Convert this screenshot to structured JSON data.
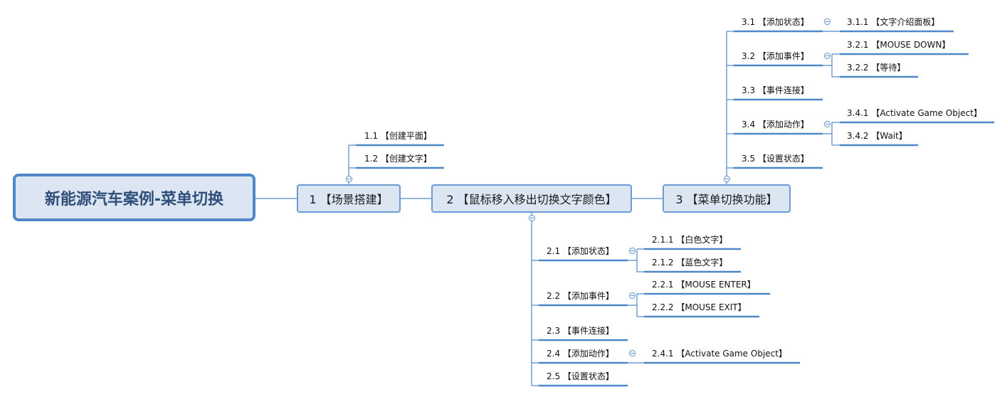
{
  "root": "新能源汽车案例-菜单切换",
  "branches": [
    {
      "id": "b1",
      "label": "1 【场景搭建】",
      "children": [
        {
          "id": "n1_1",
          "label": "1.1 【创建平面】"
        },
        {
          "id": "n1_2",
          "label": "1.2 【创建文字】"
        }
      ]
    },
    {
      "id": "b2",
      "label": "2 【鼠标移入移出切换文字颜色】",
      "children": [
        {
          "id": "n2_1",
          "label": "2.1 【添加状态】",
          "children": [
            {
              "id": "n2_1_1",
              "label": "2.1.1 【白色文字】"
            },
            {
              "id": "n2_1_2",
              "label": "2.1.2 【蓝色文字】"
            }
          ]
        },
        {
          "id": "n2_2",
          "label": "2.2 【添加事件】",
          "children": [
            {
              "id": "n2_2_1",
              "label": "2.2.1 【MOUSE ENTER】"
            },
            {
              "id": "n2_2_2",
              "label": "2.2.2 【MOUSE EXIT】"
            }
          ]
        },
        {
          "id": "n2_3",
          "label": "2.3 【事件连接】"
        },
        {
          "id": "n2_4",
          "label": "2.4 【添加动作】",
          "children": [
            {
              "id": "n2_4_1",
              "label": "2.4.1 【Activate Game Object】"
            }
          ]
        },
        {
          "id": "n2_5",
          "label": "2.5 【设置状态】"
        }
      ]
    },
    {
      "id": "b3",
      "label": "3 【菜单切换功能】",
      "children": [
        {
          "id": "n3_1",
          "label": "3.1 【添加状态】",
          "children": [
            {
              "id": "n3_1_1",
              "label": "3.1.1 【文字介绍面板】"
            }
          ]
        },
        {
          "id": "n3_2",
          "label": "3.2 【添加事件】",
          "children": [
            {
              "id": "n3_2_1",
              "label": "3.2.1 【MOUSE DOWN】"
            },
            {
              "id": "n3_2_2",
              "label": "3.2.2 【等待】"
            }
          ]
        },
        {
          "id": "n3_3",
          "label": "3.3 【事件连接】"
        },
        {
          "id": "n3_4",
          "label": "3.4 【添加动作】",
          "children": [
            {
              "id": "n3_4_1",
              "label": "3.4.1 【Activate Game Object】"
            },
            {
              "id": "n3_4_2",
              "label": "3.4.2 【Wait】"
            }
          ]
        },
        {
          "id": "n3_5",
          "label": "3.5 【设置状态】"
        }
      ]
    }
  ],
  "colors": {
    "line": "#4f87c9",
    "root_border": "#4f87c9",
    "node_fill": "#dce6f2",
    "root_text": "#2f4f7a"
  }
}
